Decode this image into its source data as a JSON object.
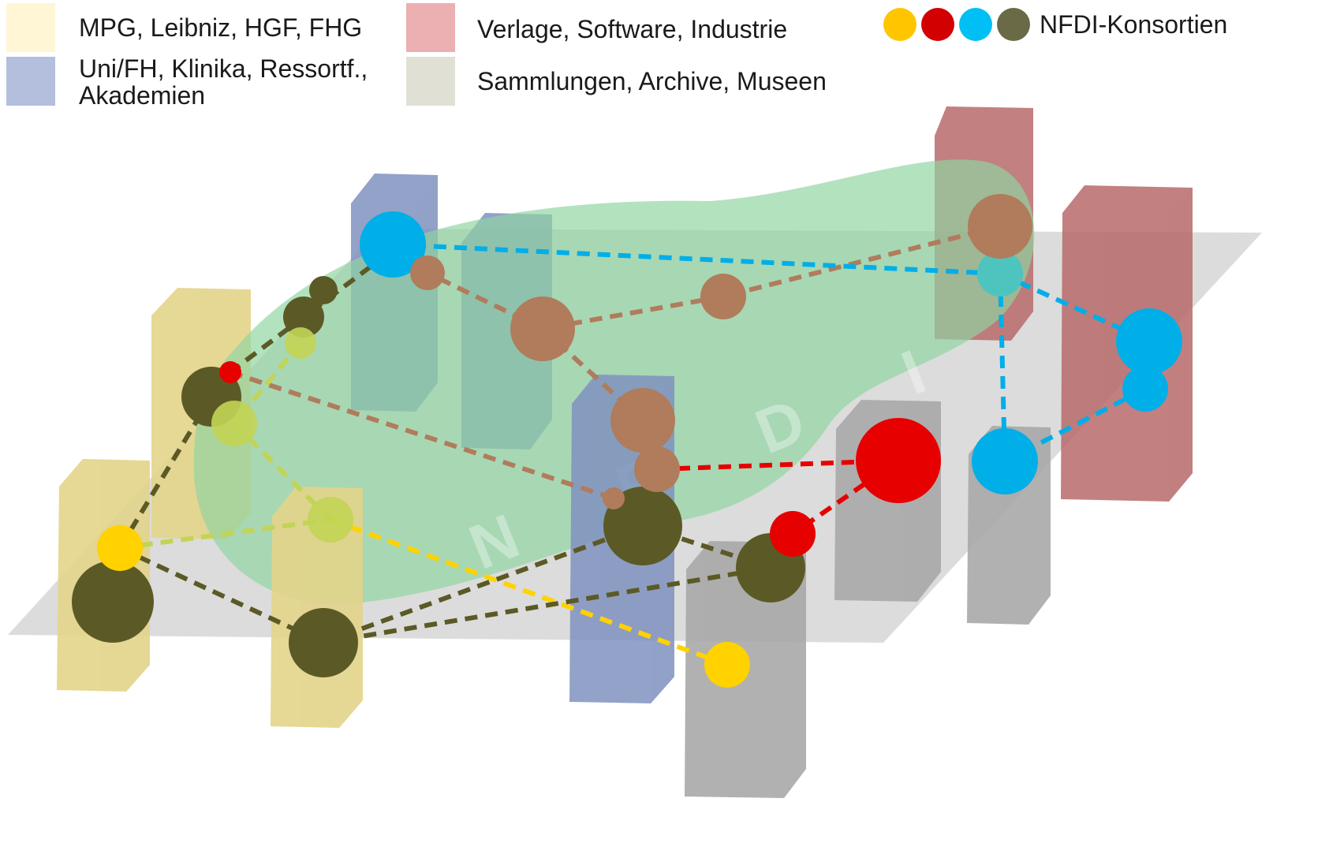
{
  "legend": {
    "items": [
      {
        "label": "MPG, Leibniz, HGF, FHG",
        "color": "#fff6d6"
      },
      {
        "label": "Uni/FH, Klinika, Ressortf., Akademien",
        "color": "#b4bfdd"
      },
      {
        "label": "Verlage, Software, Industrie",
        "color": "#ecafb2"
      },
      {
        "label": "Sammlungen, Archive, Museen",
        "color": "#e0e0d5"
      }
    ],
    "consortia_label": "NFDI-Konsortien",
    "consortia_colors": [
      "#ffc600",
      "#d20000",
      "#00bff5",
      "#6b6a47"
    ]
  },
  "diagram": {
    "overlay_label": "N F D I",
    "colors": {
      "plane": "#d6d6d6",
      "overlay": "#8fd4a1",
      "bar_yellow": "#e3d48a",
      "bar_blue": "#8092bf",
      "bar_red": "#b86a6a",
      "bar_grey": "#a9a9a9",
      "node_olive": "#5b5a26",
      "node_brown": "#b07c5c",
      "node_lime": "#c2d455",
      "node_yellow": "#ffd200",
      "node_red": "#e60000",
      "node_cyan": "#00aee8",
      "node_teal": "#4ec4be"
    }
  }
}
